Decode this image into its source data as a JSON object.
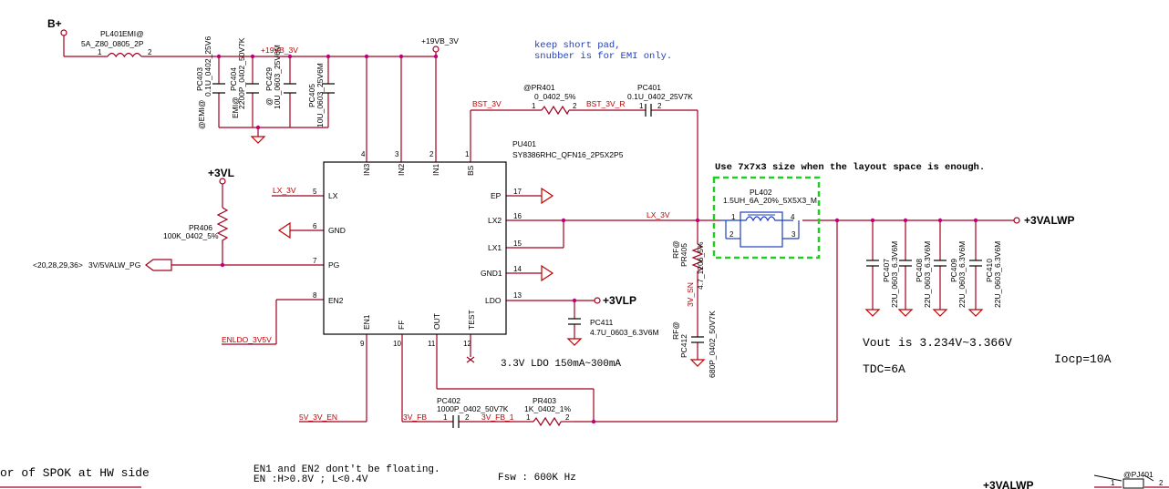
{
  "nets": {
    "bplus": "B+",
    "v19b": "+19VB_3V",
    "v19b_top": "+19VB_3V",
    "v3vl": "+3VL",
    "lx_left": "LX_3V",
    "lx_mid": "LX_3V",
    "bst": "BST_3V",
    "bst_r": "BST_3V_R",
    "pg_ref": "<20,28,29,36>",
    "pg": "3V/5VALW_PG",
    "enldo": "ENLDO_3V5V",
    "en_5v": "5V_3V_EN",
    "fb": "3V_FB",
    "fb1": "3V_FB_1",
    "sn": "3V_SN",
    "out": "+3VALWP",
    "out_bottom": "+3VALWP",
    "vlp": "+3VLP"
  },
  "components": {
    "pl401": {
      "ref": "PL401",
      "opt": "EMI@",
      "val": "5A_Z80_0805_2P"
    },
    "pc403": {
      "ref": "PC403",
      "val": "0.1U_0402_25V6",
      "opt": "@EMI@"
    },
    "pc404": {
      "ref": "PC404",
      "val": "2200P_0402_50V7K",
      "opt": "EMI@"
    },
    "pc429": {
      "ref": "PC429",
      "val": "10U_0603_25V6M",
      "opt": "@"
    },
    "pc405": {
      "ref": "PC405",
      "val": "10U_0603_25V6M"
    },
    "pr406": {
      "ref": "PR406",
      "val": "100K_0402_5%"
    },
    "pr401": {
      "ref": "@PR401",
      "val": "0_0402_5%"
    },
    "pc401": {
      "ref": "PC401",
      "val": "0.1U_0402_25V7K"
    },
    "pu401": {
      "ref": "PU401",
      "val": "SY8386RHC_QFN16_2P5X2P5"
    },
    "pl402": {
      "ref": "PL402",
      "val": "1.5UH_6A_20%_5X5X3_M"
    },
    "pr405": {
      "ref": "PR405",
      "val": "4.7_1206_5%",
      "opt": "RF@"
    },
    "pc412": {
      "ref": "PC412",
      "val": "680P_0402_50V7K",
      "opt": "RF@"
    },
    "pc411": {
      "ref": "PC411",
      "val": "4.7U_0603_6.3V6M"
    },
    "pc402": {
      "ref": "PC402",
      "val": "1000P_0402_50V7K"
    },
    "pr403": {
      "ref": "PR403",
      "val": "1K_0402_1%"
    },
    "pc407": {
      "ref": "PC407",
      "val": "22U_0603_6.3V6M"
    },
    "pc408": {
      "ref": "PC408",
      "val": "22U_0603_6.3V6M"
    },
    "pc409": {
      "ref": "PC409",
      "val": "22U_0603_6.3V6M"
    },
    "pc410": {
      "ref": "PC410",
      "val": "22U_0603_6.3V6M"
    },
    "pj401": {
      "ref": "@PJ401"
    }
  },
  "ic_pins": {
    "in3": "IN3",
    "in2": "IN2",
    "in1": "IN1",
    "bs": "BS",
    "lx": "LX",
    "gnd": "GND",
    "pg": "PG",
    "en2": "EN2",
    "ep": "EP",
    "lx2": "LX2",
    "lx1": "LX1",
    "gnd1": "GND1",
    "ldo": "LDO",
    "en1": "EN1",
    "ff": "FF",
    "outp": "OUT",
    "test": "TEST"
  },
  "pin_numbers": {
    "p4": "4",
    "p3": "3",
    "p2": "2",
    "p1": "1",
    "p5": "5",
    "p6": "6",
    "p7": "7",
    "p8": "8",
    "p17": "17",
    "p16": "16",
    "p15": "15",
    "p14": "14",
    "p13": "13",
    "p9": "9",
    "p10": "10",
    "p11": "11",
    "p12": "12"
  },
  "notes": {
    "keep1": "keep short pad,",
    "keep2": "snubber is for EMI only.",
    "layout": "Use 7x7x3 size when the layout space is enough.",
    "vout": "Vout  is  3.234V~3.366V",
    "tdc": "TDC=6A",
    "iocp": "Iocp=10A",
    "ldo": "3.3V  LDO  150mA~300mA",
    "en_a": "EN1 and EN2 dont't be floating.",
    "en_b": "EN :H>0.8V  ; L<0.4V",
    "fsw": "Fsw  :  600K Hz",
    "spok": "or of SPOK at HW side"
  }
}
